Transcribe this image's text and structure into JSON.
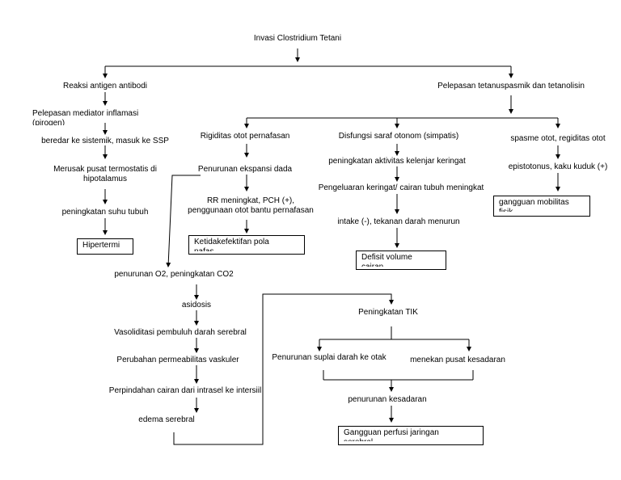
{
  "nodes": {
    "root": "Invasi Clostridium Tetani",
    "reaksi_antigen": "Reaksi antigen antibodi",
    "pelepasan_tetanus": "Pelepasan tetanuspasmik dan tetanolisin",
    "pelepasan_mediator_1": "Pelepasan mediator inflamasi",
    "pelepasan_mediator_2": "(pirogen)",
    "beredar": "beredar ke sistemik, masuk ke SSP",
    "merusak_1": "Merusak pusat termostatis di",
    "merusak_2": "hipotalamus",
    "peningkatan_suhu": "peningkatan suhu  tubuh",
    "hipertermi": "Hipertermi",
    "rigiditas": "Rigiditas otot pernafasan",
    "penurunan_ekspansi": "Penurunan ekspansi dada",
    "rr_1": "RR meningkat, PCH (+),",
    "rr_2": "penggunaan otot bantu pernafasan",
    "ketidakefektifan_1": "Ketidakefektifan pola",
    "ketidakefektifan_2": "nafas",
    "disfungsi": "Disfungsi saraf otonom (simpatis)",
    "peningkatan_kelenjar": "peningkatan aktivitas kelenjar keringat",
    "pengeluaran": "Pengeluaran keringat/ cairan tubuh meningkat",
    "intake": "intake (-), tekanan darah menurun",
    "defisit_1": "Defisit volume",
    "defisit_2": "cairan",
    "spasme": "spasme otot, regiditas otot",
    "epistotonus": "epistotonus, kaku kuduk (+)",
    "gangguan_mobilitas_1": "gangguan mobilitas",
    "gangguan_mobilitas_2": "fisik",
    "penurunan_o2": "penurunan O2, peningkatan CO2",
    "asidosis": "asidosis",
    "vasoliditasi": "Vasoliditasi pembuluh darah serebral",
    "perubahan": "Perubahan permeabilitas vaskuler",
    "perpindahan": "Perpindahan cairan dari intrasel ke intersiil",
    "edema": "edema serebral",
    "peningkatan_tik": "Peningkatan TIK",
    "penurunan_suplai": "Penurunan suplai darah ke otak",
    "menekan": "menekan pusat kesadaran",
    "penurunan_kesadaran": "penurunan kesadaran",
    "gangguan_perfusi_1": "Gangguan perfusi jaringan",
    "gangguan_perfusi_2": "serebral"
  }
}
